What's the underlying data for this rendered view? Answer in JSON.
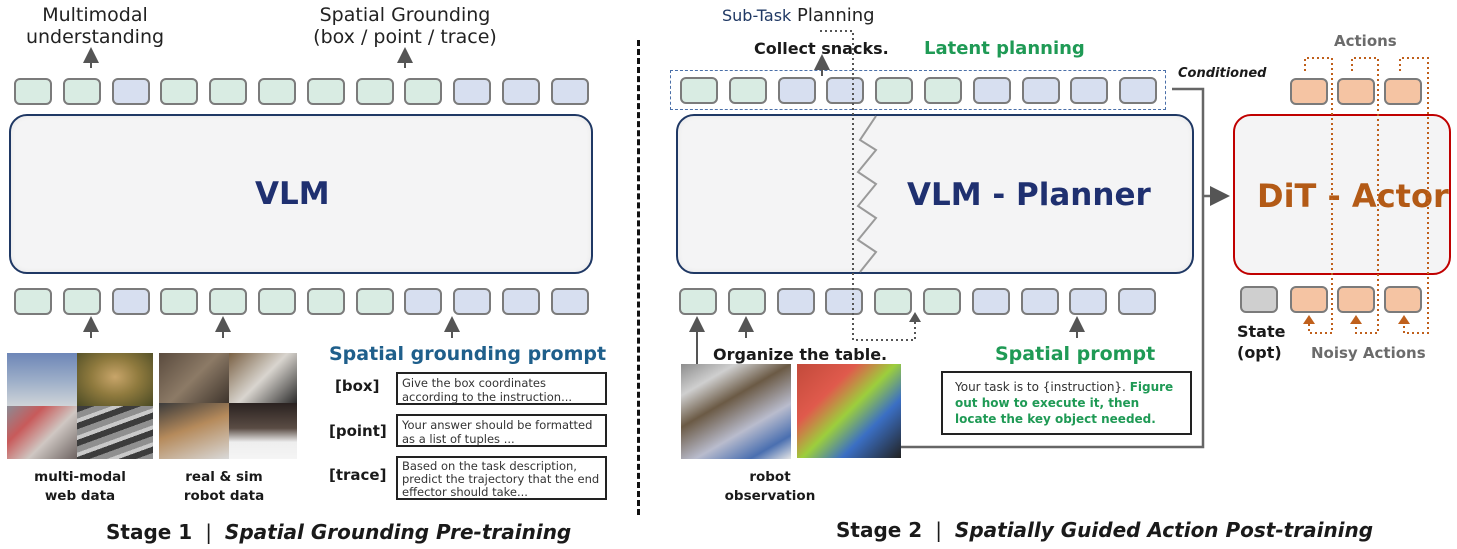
{
  "stage1": {
    "output_labels": {
      "multimodal": [
        "Multimodal",
        "understanding"
      ],
      "spatial": [
        "Spatial Grounding",
        "(box / point / trace)"
      ]
    },
    "top_tokens": [
      "green",
      "green",
      "blue",
      "green",
      "green",
      "green",
      "green",
      "green",
      "green",
      "blue",
      "blue",
      "blue"
    ],
    "bottom_tokens": [
      "green",
      "green",
      "blue",
      "green",
      "green",
      "green",
      "green",
      "green",
      "blue",
      "blue",
      "blue",
      "blue"
    ],
    "model_label": "VLM",
    "data_sources": [
      {
        "caption": [
          "multi-modal",
          "web data"
        ],
        "images": [
          "bonsai-tree-photo",
          "mona-lisa-painting",
          "street-signs-photo",
          "race-track-photo"
        ]
      },
      {
        "caption": [
          "real & sim",
          "robot data"
        ],
        "images": [
          "robot-arm-photo",
          "robot-cat-photo",
          "robot-tray-photo",
          "sim-kitchen-photo"
        ]
      }
    ],
    "prompt_heading": "Spatial grounding prompt",
    "prompts": [
      {
        "tag": "[box]",
        "text": "Give the box coordinates according to the instruction..."
      },
      {
        "tag": "[point]",
        "text": "Your answer should be formatted as a list of tuples ..."
      },
      {
        "tag": "[trace]",
        "text": "Based on the task description, predict the trajectory that the end effector should take..."
      }
    ],
    "caption": {
      "stage": "Stage 1",
      "separator": "|",
      "title": "Spatial Grounding Pre-training"
    }
  },
  "stage2": {
    "subtask_label": {
      "part1": "Sub-Task",
      "part2": " Planning"
    },
    "collect_label": "Collect snacks.",
    "latent_label": "Latent planning",
    "conditioned_label": "Conditioned",
    "top_tokens": [
      "green",
      "green",
      "blue",
      "blue",
      "green",
      "green",
      "blue",
      "blue",
      "blue",
      "blue"
    ],
    "bottom_tokens": [
      "green",
      "green",
      "blue",
      "blue",
      "green",
      "green",
      "blue",
      "blue",
      "blue",
      "blue"
    ],
    "planner_label": "VLM - Planner",
    "instruction_label": "Organize the table.",
    "observation_images": [
      "robot-table-photo",
      "gripper-snacks-photo"
    ],
    "observation_caption": [
      "robot",
      "observation"
    ],
    "spatial_prompt_heading": "Spatial prompt",
    "spatial_prompt": {
      "plain": "Your task is to {instruction}. ",
      "highlight": "Figure out how to execute it, then locate the key object needed."
    },
    "actor": {
      "label": "DiT - Actor",
      "actions_label": "Actions",
      "state_label": [
        "State",
        "(opt)"
      ],
      "noisy_label": "Noisy Actions",
      "action_tokens": 3
    },
    "caption": {
      "stage": "Stage 2",
      "separator": "|",
      "title": "Spatially Guided Action Post-training"
    }
  },
  "colors": {
    "token_green": "#d9ece3",
    "token_blue": "#d7dff0",
    "token_orange": "#f5c4a3",
    "vlm_border": "#1f3864",
    "dit_border": "#c00000",
    "highlight_green": "#1f9a55",
    "prompt_blue": "#1f5f8b",
    "actor_text": "#b35a16"
  }
}
